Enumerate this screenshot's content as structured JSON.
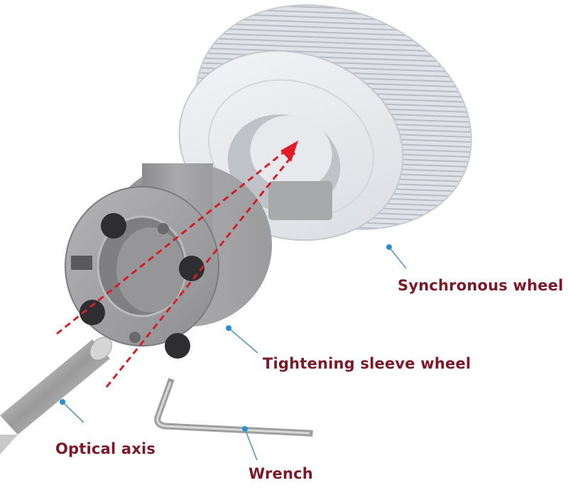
{
  "diagram": {
    "type": "exploded-assembly",
    "parts": [
      {
        "id": "synchronous-wheel",
        "label": "Synchronous wheel"
      },
      {
        "id": "tightening-sleeve-wheel",
        "label": "Tightening sleeve wheel"
      },
      {
        "id": "optical-axis",
        "label": "Optical axis"
      },
      {
        "id": "wrench",
        "label": "Wrench"
      }
    ],
    "colors": {
      "label_text": "#7a1a28",
      "leader_line": "#5a9bb0",
      "leader_dot": "#2a8fd0",
      "assembly_arrow": "#d0202a"
    }
  }
}
